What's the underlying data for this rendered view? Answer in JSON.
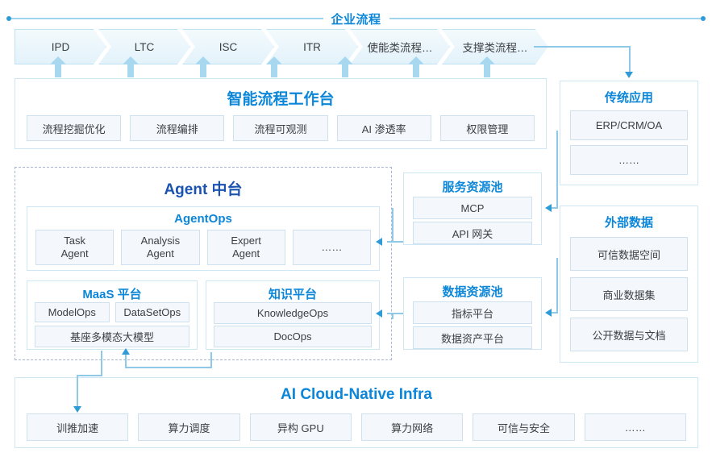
{
  "header": {
    "label": "企业流程",
    "processes": [
      {
        "label": "IPD"
      },
      {
        "label": "LTC"
      },
      {
        "label": "ISC"
      },
      {
        "label": "ITR"
      },
      {
        "label": "使能类流程…"
      },
      {
        "label": "支撑类流程…"
      }
    ]
  },
  "workbench": {
    "title": "智能流程工作台",
    "items": [
      {
        "label": "流程挖掘优化"
      },
      {
        "label": "流程编排"
      },
      {
        "label": "流程可观测"
      },
      {
        "label": "AI 渗透率"
      },
      {
        "label": "权限管理"
      }
    ]
  },
  "agent": {
    "title": "Agent 中台",
    "agentops": {
      "title": "AgentOps",
      "items": [
        {
          "line1": "Task",
          "line2": "Agent"
        },
        {
          "line1": "Analysis",
          "line2": "Agent"
        },
        {
          "line1": "Expert",
          "line2": "Agent"
        },
        {
          "line1": "……",
          "line2": ""
        }
      ]
    },
    "maas": {
      "title": "MaaS 平台",
      "row": [
        {
          "label": "ModelOps"
        },
        {
          "label": "DataSetOps"
        }
      ],
      "wide": {
        "label": "基座多模态大模型"
      }
    },
    "knowledge": {
      "title": "知识平台",
      "items": [
        {
          "label": "KnowledgeOps"
        },
        {
          "label": "DocOps"
        }
      ]
    }
  },
  "service_pool": {
    "title": "服务资源池",
    "items": [
      {
        "label": "MCP"
      },
      {
        "label": "API 网关"
      }
    ]
  },
  "data_pool": {
    "title": "数据资源池",
    "items": [
      {
        "label": "指标平台"
      },
      {
        "label": "数据资产平台"
      }
    ]
  },
  "traditional_apps": {
    "title": "传统应用",
    "items": [
      {
        "label": "ERP/CRM/OA"
      },
      {
        "label": "……"
      }
    ]
  },
  "external_data": {
    "title": "外部数据",
    "items": [
      {
        "label": "可信数据空间"
      },
      {
        "label": "商业数据集"
      },
      {
        "label": "公开数据与文档"
      }
    ]
  },
  "infra": {
    "title": "AI Cloud-Native Infra",
    "items": [
      {
        "label": "训推加速"
      },
      {
        "label": "算力调度"
      },
      {
        "label": "异构 GPU"
      },
      {
        "label": "算力网络"
      },
      {
        "label": "可信与安全"
      },
      {
        "label": "……"
      }
    ]
  },
  "colors": {
    "accent": "#0c86d8",
    "agent_title": "#1a53b0",
    "border": "#cfe6f4",
    "chip_bg": "#f4f7fb",
    "arrow": "#2e9bd6",
    "fat_arrow": "#a8d8ef"
  }
}
